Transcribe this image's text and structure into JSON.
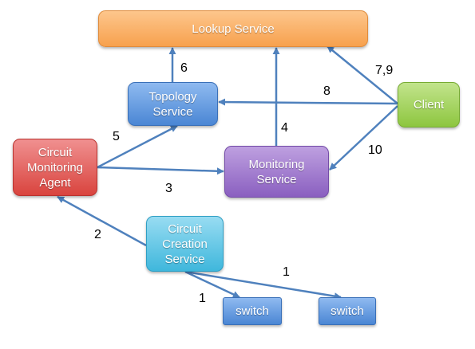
{
  "nodes": {
    "lookup": {
      "label": "Lookup Service",
      "fill": "#f7a14e",
      "fill_light": "#fdc68c",
      "stroke": "#e08c3c"
    },
    "topology": {
      "label": "Topology\nService",
      "fill": "#4a86d4",
      "fill_light": "#8fbaf0",
      "stroke": "#3a70b8"
    },
    "client": {
      "label": "Client",
      "fill": "#8dc63f",
      "fill_light": "#c2e48c",
      "stroke": "#77ab33"
    },
    "agent": {
      "label": "Circuit\nMonitoring\nAgent",
      "fill": "#d9443e",
      "fill_light": "#f09090",
      "stroke": "#b9332f"
    },
    "monitoring": {
      "label": "Monitoring\nService",
      "fill": "#8a5fc0",
      "fill_light": "#bea0e0",
      "stroke": "#744ca8"
    },
    "creation": {
      "label": "Circuit\nCreation\nService",
      "fill": "#3fb7dc",
      "fill_light": "#98dcf2",
      "stroke": "#2f9fc4"
    },
    "switch1": {
      "label": "switch",
      "fill": "#4a86d4",
      "fill_light": "#8fbaf0",
      "stroke": "#3a70b8"
    },
    "switch2": {
      "label": "switch",
      "fill": "#4a86d4",
      "fill_light": "#8fbaf0",
      "stroke": "#3a70b8"
    }
  },
  "edges": {
    "e6": {
      "label": "6"
    },
    "e4": {
      "label": "4"
    },
    "e79": {
      "label": "7,9"
    },
    "e8": {
      "label": "8"
    },
    "e10": {
      "label": "10"
    },
    "e5": {
      "label": "5"
    },
    "e3": {
      "label": "3"
    },
    "e2": {
      "label": "2"
    },
    "e1a": {
      "label": "1"
    },
    "e1b": {
      "label": "1"
    }
  },
  "arrow_color": "#4f81bd"
}
